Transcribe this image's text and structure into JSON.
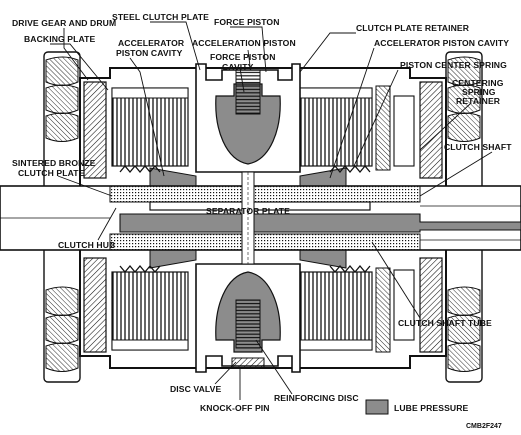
{
  "labels": {
    "drive_gear_and_drum": "DRIVE GEAR AND DRUM",
    "steel_clutch_plate": "STEEL CLUTCH PLATE",
    "force_piston": "FORCE PISTON",
    "clutch_plate_retainer": "CLUTCH PLATE RETAINER",
    "backing_plate": "BACKING PLATE",
    "accelerator_piston_cavity_left_1": "ACCELERATOR",
    "accelerator_piston_cavity_left_2": "PISTON CAVITY",
    "acceleration_piston": "ACCELERATION PISTON",
    "accelerator_piston_cavity_right": "ACCELERATOR PISTON CAVITY",
    "force_piston_cavity_1": "FORCE PISTON",
    "force_piston_cavity_2": "CAVITY",
    "piston_center_spring": "PISTON CENTER SPRING",
    "centering_spring_retainer_1": "CENTERING",
    "centering_spring_retainer_2": "SPRING",
    "centering_spring_retainer_3": "RETAINER",
    "sintered_bronze_clutch_plate_1": "SINTERED BRONZE",
    "sintered_bronze_clutch_plate_2": "CLUTCH PLATE",
    "clutch_shaft": "CLUTCH SHAFT",
    "separator_plate": "SEPARATOR PLATE",
    "clutch_hub": "CLUTCH HUB",
    "clutch_shaft_tube": "CLUTCH SHAFT TUBE",
    "disc_valve": "DISC VALVE",
    "reinforcing_disc": "REINFORCING DISC",
    "knock_off_pin": "KNOCK-OFF PIN",
    "lube_pressure": "LUBE PRESSURE",
    "figure_id": "CMB2F247"
  },
  "colors": {
    "ink": "#111111",
    "lube_pressure": "#8c8c8c",
    "background": "#ffffff"
  }
}
